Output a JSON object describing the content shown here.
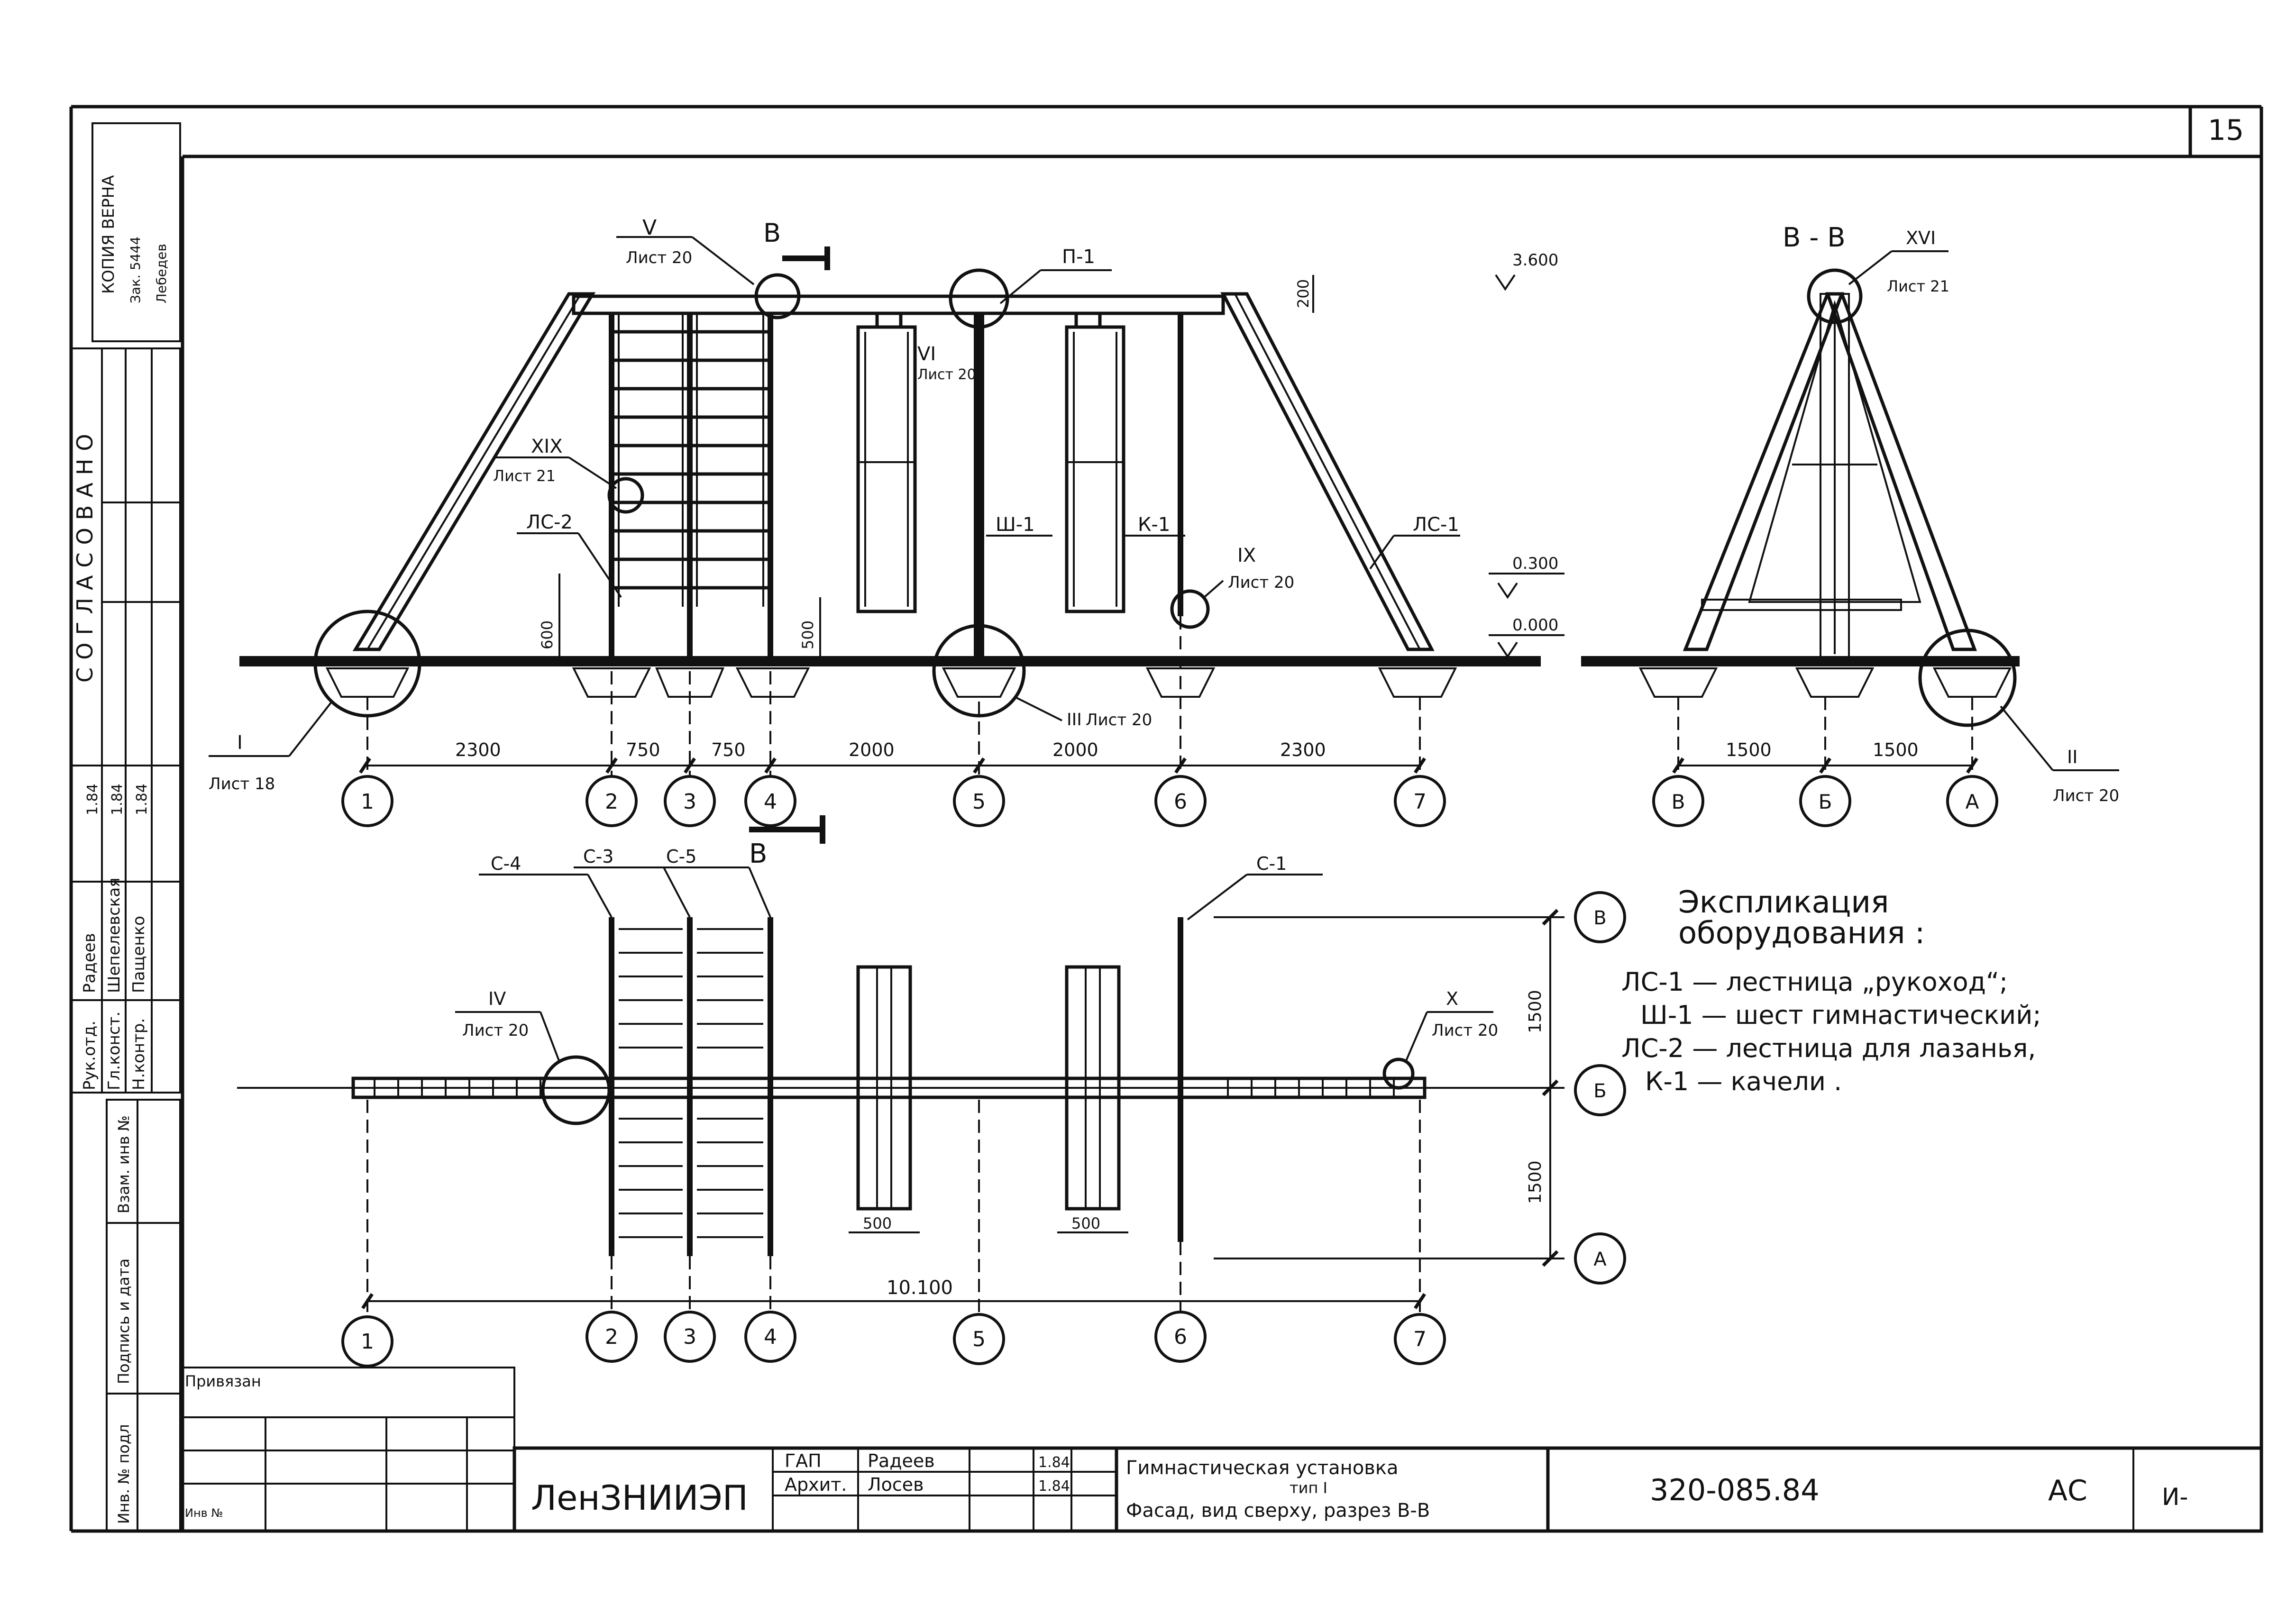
{
  "sheet": {
    "sheet_number": "15",
    "doc_code": "320-085.84",
    "doc_section": "АС",
    "doc_page": "И-",
    "org": "ЛенЗНИИЭП",
    "title_line1": "Гимнастическая установка",
    "title_line2": "тип I",
    "title_line3": "Фасад, вид сверху, разрез В-В",
    "bound_to": "Привязан",
    "inv_label": "Инв №"
  },
  "stamp_left": {
    "verified_title": "КОПИЯ ВЕРНА",
    "verified_sub1": "Зак. 5444",
    "verified_sub2": "Лебедев",
    "approved": "СОГЛАСОВАНО",
    "roles": [
      "Рук.отд.",
      "Гл.конст.",
      "Н.контр."
    ],
    "names": [
      "Радеев",
      "Шепелевская",
      "Пащенко"
    ],
    "dates": [
      "1.84",
      "1.84",
      "1.84"
    ],
    "side_fields": [
      "Взам. инв №",
      "Подпись и дата",
      "Инв. № подл"
    ]
  },
  "title_block": {
    "rows": [
      {
        "role": "ГАП",
        "name": "Радеев",
        "date": "1.84"
      },
      {
        "role": "Архит.",
        "name": "Лосев",
        "date": "1.84"
      }
    ]
  },
  "front_view": {
    "callouts": [
      {
        "id": "V",
        "sheet": "Лист 20"
      },
      {
        "id": "VI",
        "sheet": "Лист 20"
      },
      {
        "id": "XIX",
        "sheet": "Лист 21"
      },
      {
        "id": "IX",
        "sheet": "Лист 20"
      },
      {
        "id": "III",
        "sheet": "Лист 20"
      },
      {
        "id": "I",
        "sheet": "Лист 18"
      }
    ],
    "section_mark": "В",
    "elements": [
      "П-1",
      "Ш-1",
      "К-1",
      "ЛС-2",
      "ЛС-1"
    ],
    "levels": [
      "3.600",
      "0.300",
      "0.000"
    ],
    "dims_vertical": [
      "200",
      "600",
      "500"
    ],
    "dims_horizontal": [
      "2300",
      "750",
      "750",
      "2000",
      "2000",
      "2300"
    ],
    "axes": [
      "1",
      "2",
      "3",
      "4",
      "5",
      "6",
      "7"
    ]
  },
  "section_view": {
    "title": "В - В",
    "callout_top": {
      "id": "XVI",
      "sheet": "Лист 21"
    },
    "callout_bottom": {
      "id": "II",
      "sheet": "Лист 20"
    },
    "dims": [
      "1500",
      "1500"
    ],
    "axes": [
      "В",
      "Б",
      "А"
    ]
  },
  "plan_view": {
    "section_mark": "В",
    "elements": [
      "С-4",
      "С-3",
      "С-5",
      "С-1"
    ],
    "callouts": [
      {
        "id": "IV",
        "sheet": "Лист 20"
      },
      {
        "id": "X",
        "sheet": "Лист 20"
      }
    ],
    "dims_vertical": [
      "1500",
      "1500"
    ],
    "dims_small": [
      "500",
      "500"
    ],
    "dim_total": "10.100",
    "axes": [
      "1",
      "2",
      "3",
      "4",
      "5",
      "6",
      "7"
    ],
    "row_axes": [
      "В",
      "Б",
      "А"
    ]
  },
  "legend": {
    "title1": "Экспликация",
    "title2": "оборудования :",
    "items": [
      "ЛС-1 — лестница „рукоход“;",
      "Ш-1 — шест гимнастический;",
      "ЛС-2 — лестница для лазанья,",
      "К-1 — качели ."
    ]
  }
}
